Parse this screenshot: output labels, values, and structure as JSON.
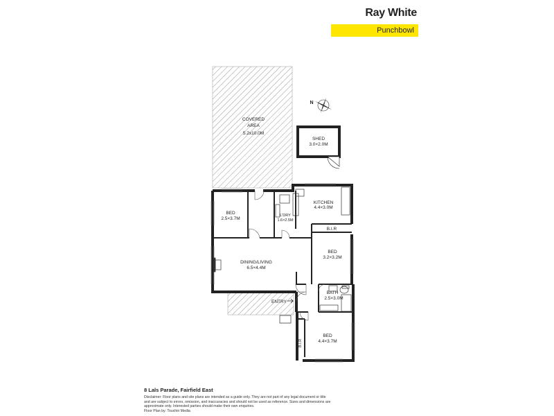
{
  "brand": {
    "name": "Ray White",
    "office": "Punchbowl",
    "accent_color": "#ffe600"
  },
  "compass": {
    "label": "N",
    "icon": "compass-rose-icon"
  },
  "rooms": {
    "covered_area": {
      "name": "COVERED\nAREA",
      "size": "5.2x10.0M"
    },
    "shed": {
      "name": "SHED",
      "size": "3.0×2.0M"
    },
    "kitchen": {
      "name": "KITCHEN",
      "size": "4.4×3.0M"
    },
    "bed1": {
      "name": "BED",
      "size": "2.5×3.7M"
    },
    "laundry": {
      "name": "L'DRY",
      "size": "1.6×2.5M"
    },
    "bir1": {
      "name": "B.I.R"
    },
    "bed2": {
      "name": "BED",
      "size": "3.2×3.2M"
    },
    "dining_living": {
      "name": "DINING/LIVING",
      "size": "6.5×4.4M"
    },
    "bath": {
      "name": "BATH",
      "size": "2.5×3.0M"
    },
    "entry": {
      "name": "ENTRY"
    },
    "bed3": {
      "name": "BED",
      "size": "4.4×3.7M"
    },
    "bir2": {
      "name": "B.I.R"
    }
  },
  "footer": {
    "address": "8 Lals Parade, Fairfield East",
    "disclaimer": "Disclaimer: Floor plans and site plans are intended as a guide only. They are not part of any legal document or title and are subject to errors, omission, and inaccuracies and should not be used as reference. Sizes and dimensions are approximate only. Interested parties should make their own enquiries.",
    "credit": "Floor Plan by: Touchin Media"
  }
}
